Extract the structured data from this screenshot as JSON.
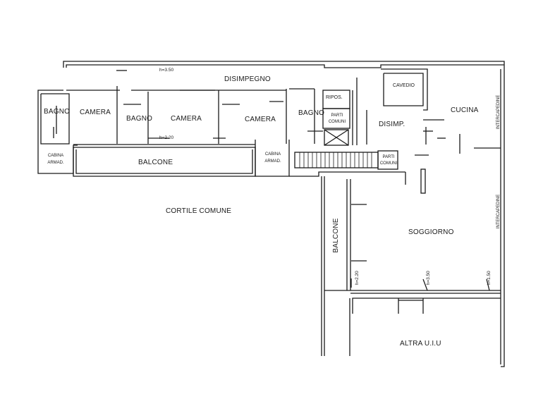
{
  "rooms": {
    "disimpegno": "DISIMPEGNO",
    "bagno_left": "BAGNO",
    "camera_1": "CAMERA",
    "bagno_mid": "BAGNO",
    "camera_2": "CAMERA",
    "camera_3": "CAMERA",
    "bagno_right": "BAGNO",
    "riposto": "RIPOS.",
    "parti_comuni_1": "PARTI COMUNI",
    "cavedio": "CAVEDIO",
    "cucina": "CUCINA",
    "disimp": "DISIMP.",
    "intercapedine_top": "INTERCAPEDINE",
    "intercapedine_right": "INTERCAPEDINE",
    "cabina_left": "CABINA ARMAD.",
    "cabina_right": "CABINA ARMAD.",
    "balcone_top": "BALCONE",
    "parti_comuni_2": "PARTI COMUNI",
    "cortile": "CORTILE COMUNE",
    "balcone_side": "BALCONE",
    "soggiorno": "SOGGIORNO",
    "altra": "ALTRA U.I.U"
  },
  "heights": {
    "h_top": "h=3.50",
    "h_camera": "h=2.20",
    "h_balcone": "h=2.20",
    "h_soggiorno": "h=3.50",
    "h_intercap": "h=1.50"
  }
}
